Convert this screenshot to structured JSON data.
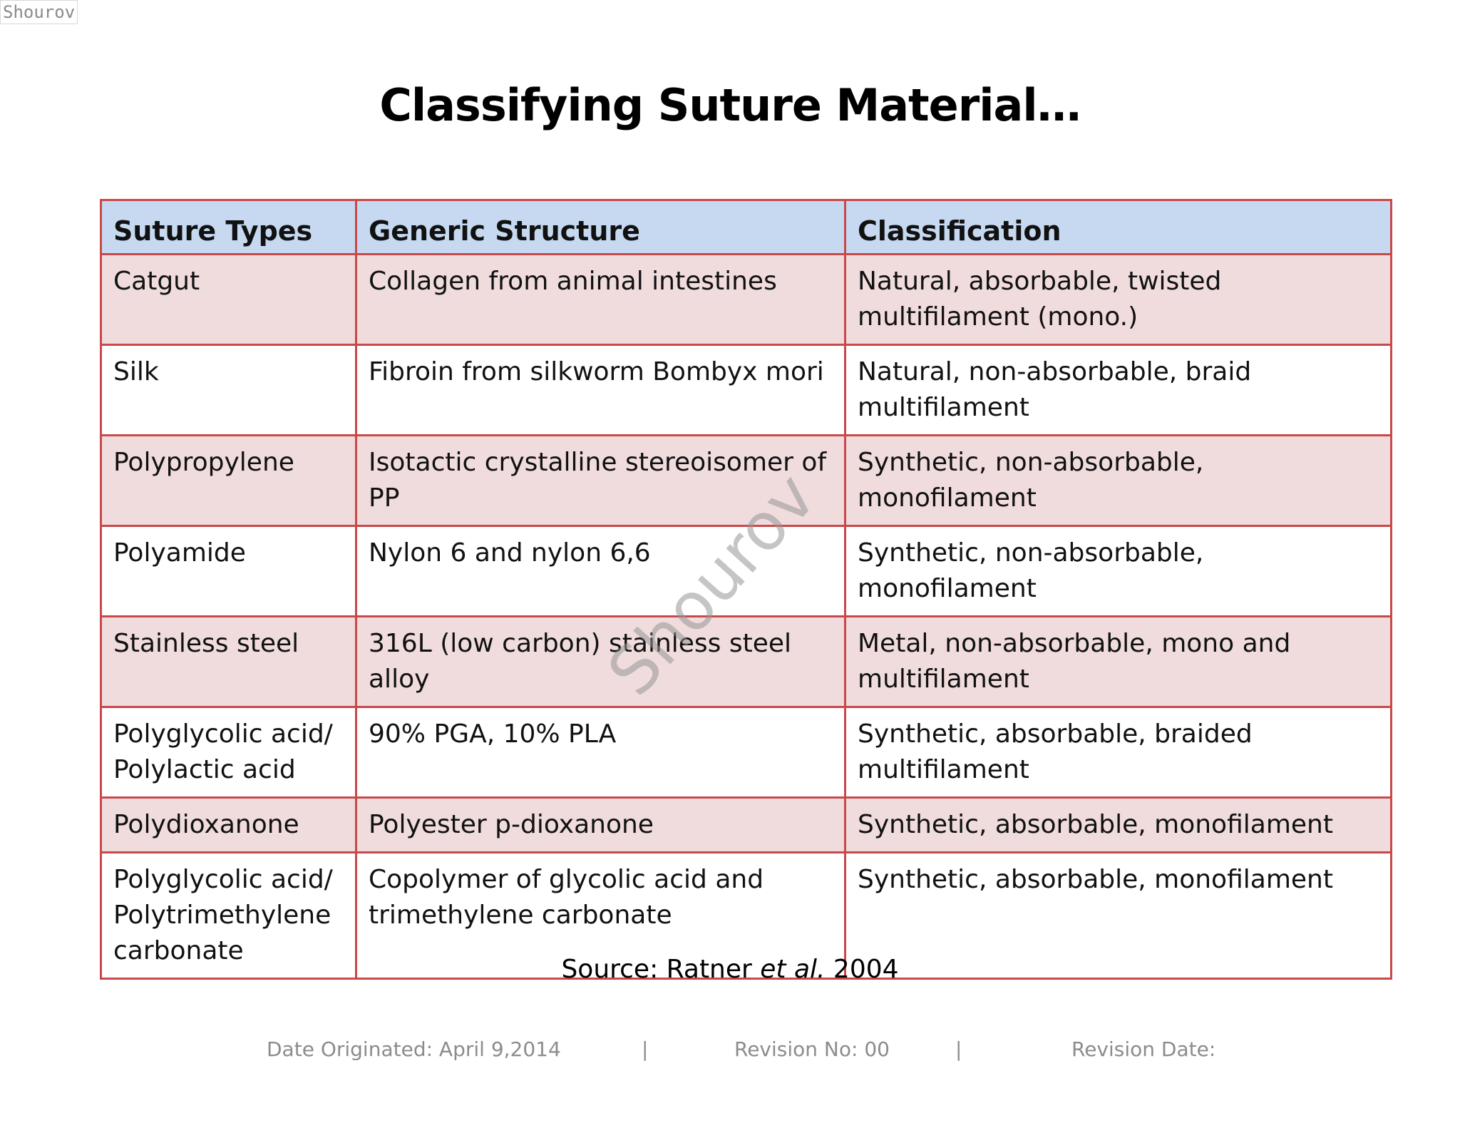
{
  "watermark": {
    "corner_text": "Shourov",
    "diagonal_text": "Shourov"
  },
  "title": "Classifying Suture Material…",
  "table": {
    "headers": [
      "Suture Types",
      "Generic Structure",
      "Classification"
    ],
    "rows": [
      [
        "Catgut",
        "Collagen from animal intestines",
        "Natural, absorbable, twisted multifilament (mono.)"
      ],
      [
        "Silk",
        "Fibroin from silkworm Bombyx mori",
        "Natural, non-absorbable, braid multifilament"
      ],
      [
        "Polypropylene",
        "Isotactic crystalline stereoisomer of PP",
        "Synthetic, non-absorbable, monofilament"
      ],
      [
        "Polyamide",
        "Nylon 6 and nylon 6,6",
        "Synthetic, non-absorbable, monofilament"
      ],
      [
        "Stainless steel",
        "316L (low carbon) stainless steel alloy",
        "Metal, non-absorbable, mono and multifilament"
      ],
      [
        "Polyglycolic acid/ Polylactic acid",
        "90%  PGA, 10% PLA",
        "Synthetic, absorbable, braided multifilament"
      ],
      [
        "Polydioxanone",
        "Polyester p-dioxanone",
        "Synthetic, absorbable, monofilament"
      ],
      [
        "Polyglycolic acid/ Polytrimethylene carbonate",
        "Copolymer of glycolic acid and trimethylene carbonate",
        "Synthetic, absorbable, monofilament"
      ]
    ]
  },
  "source": {
    "prefix": "Source: Ratner ",
    "italic": "et al.",
    "suffix": " 2004"
  },
  "footer": {
    "date_originated": "Date Originated: April 9,2014",
    "separator": "|",
    "revision_no": "Revision No: 00",
    "revision_date": "Revision Date:"
  },
  "colors": {
    "header_fill": "#c6d9f0",
    "odd_row_fill": "#f0dcdd",
    "even_row_fill": "#ffffff",
    "border": "#c9484a"
  }
}
